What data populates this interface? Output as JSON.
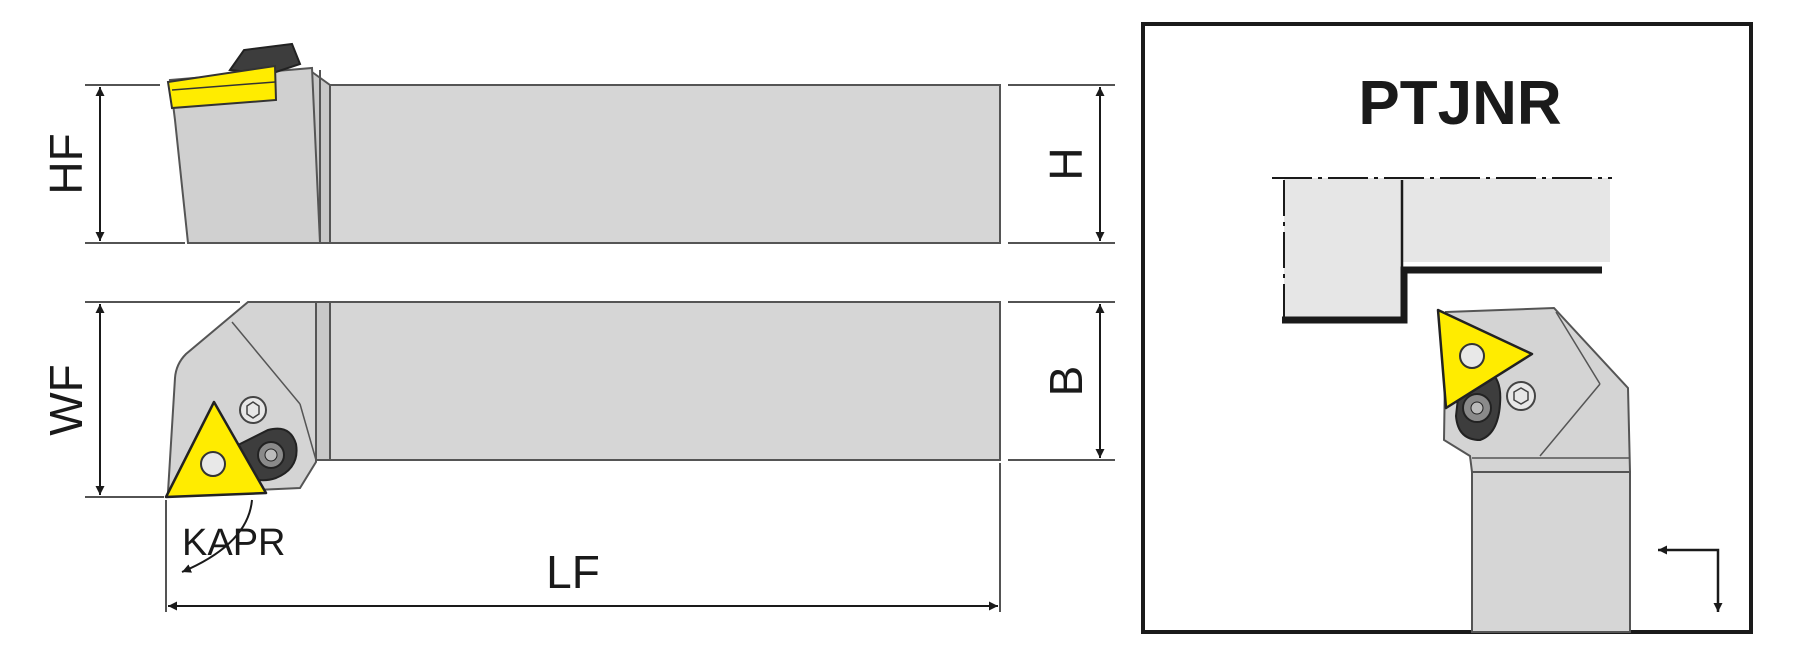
{
  "drawing": {
    "dimensions": {
      "hf": "HF",
      "h": "H",
      "wf": "WF",
      "b": "B",
      "lf": "LF",
      "kapr": "KAPR"
    },
    "inset": {
      "title": "PTJNR"
    },
    "colors": {
      "body": "#d6d6d6",
      "body_light": "#e4e4e4",
      "outline": "#555555",
      "insert": "#ffec00",
      "clamp": "#3d3d3d",
      "ink": "#1a1a1a"
    }
  }
}
